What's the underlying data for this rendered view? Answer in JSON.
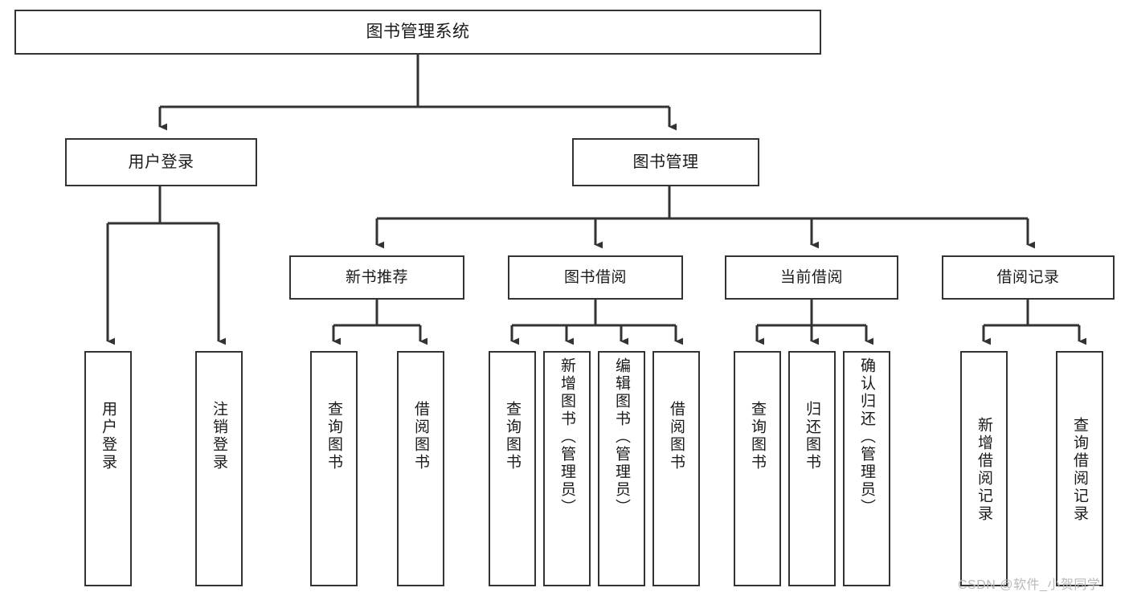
{
  "diagram": {
    "type": "tree",
    "title": "图书管理系统",
    "root": {
      "label": "图书管理系统"
    },
    "level1": [
      {
        "label": "用户登录"
      },
      {
        "label": "图书管理"
      }
    ],
    "level2": [
      {
        "label": "新书推荐"
      },
      {
        "label": "图书借阅"
      },
      {
        "label": "当前借阅"
      },
      {
        "label": "借阅记录"
      }
    ],
    "leaves": {
      "user_login": [
        {
          "label": "用户登录"
        },
        {
          "label": "注销登录"
        }
      ],
      "new_book_recommend": [
        {
          "label": "查询图书"
        },
        {
          "label": "借阅图书"
        }
      ],
      "book_borrow": [
        {
          "label": "查询图书"
        },
        {
          "label": "新增图书（管理员）"
        },
        {
          "label": "编辑图书（管理员）"
        },
        {
          "label": "借阅图书"
        }
      ],
      "current_borrow": [
        {
          "label": "查询图书"
        },
        {
          "label": "归还图书"
        },
        {
          "label": "确认归还（管理员）"
        }
      ],
      "borrow_record": [
        {
          "label": "新增借阅记录"
        },
        {
          "label": "查询借阅记录"
        }
      ]
    }
  },
  "watermark": {
    "text": "CSDN @软件_小贺同学"
  },
  "colors": {
    "stroke": "#333333",
    "box_fill": "#ffffff",
    "text": "#1a1a1a",
    "watermark": "#b9b9b9",
    "background": "#ffffff"
  }
}
